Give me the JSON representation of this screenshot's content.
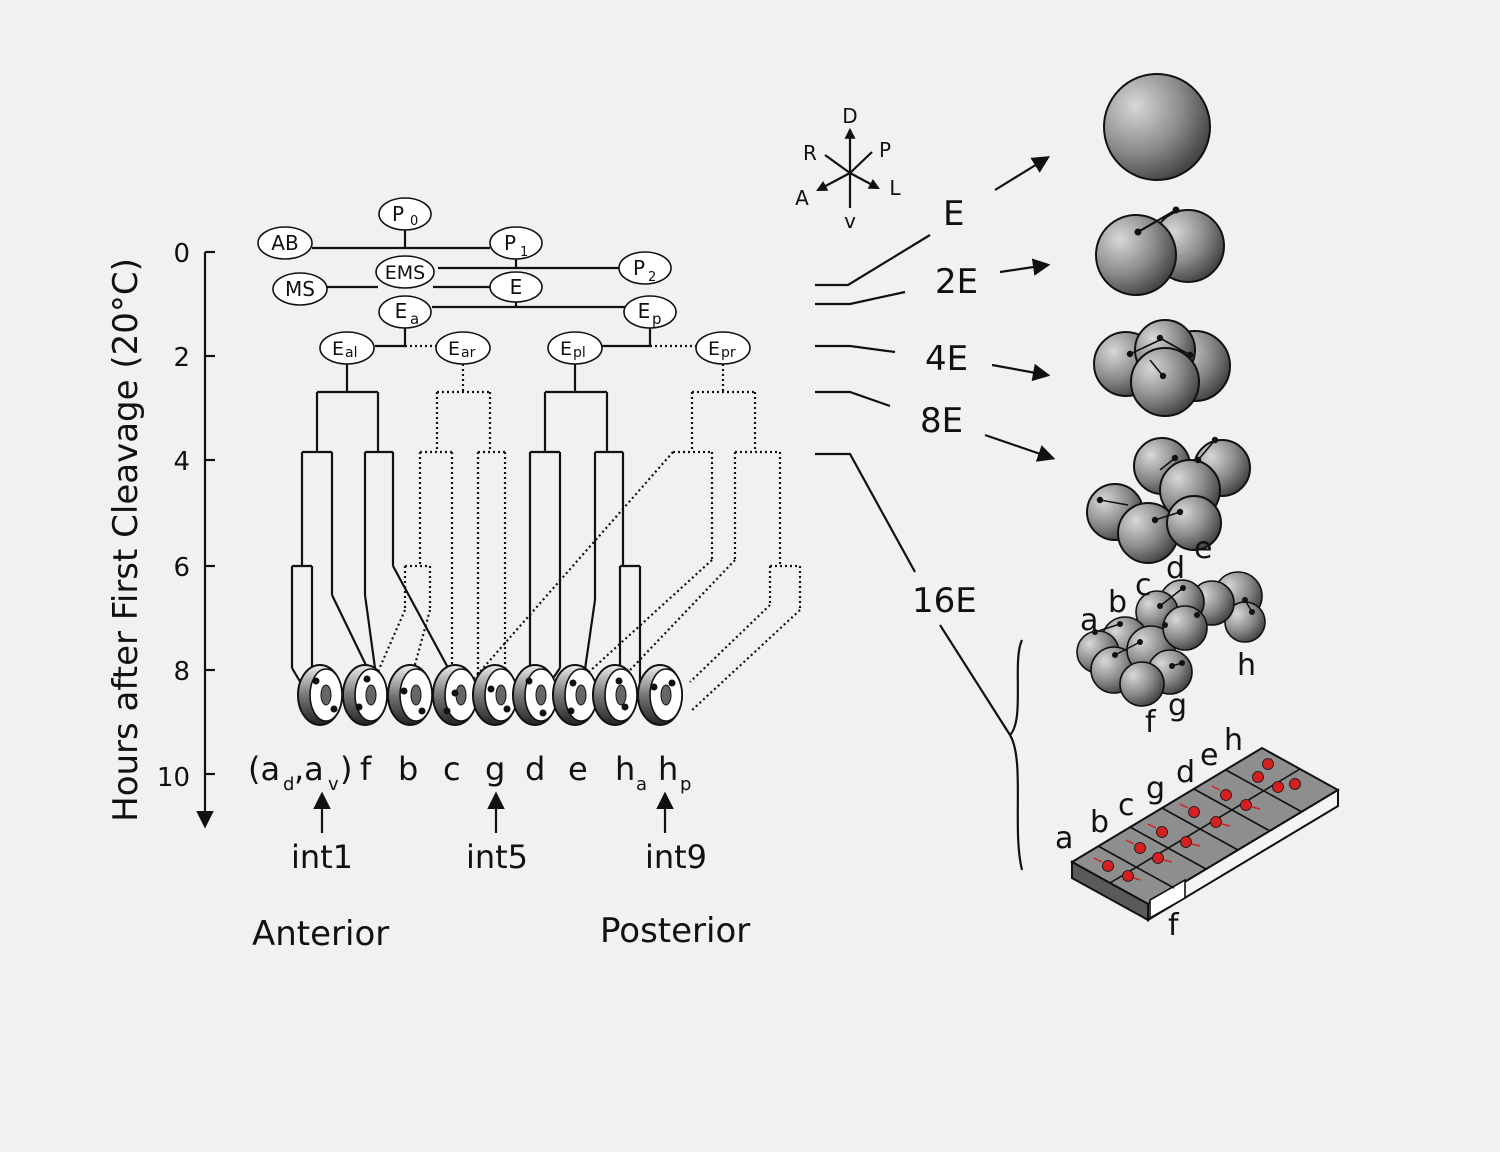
{
  "y_axis": {
    "label": "Hours after First Cleavage (20°C)",
    "ticks": [
      "0",
      "2",
      "4",
      "6",
      "8",
      "10"
    ]
  },
  "lineage_nodes": {
    "p0": "P",
    "p0_sub": "0",
    "ab": "AB",
    "p1": "P",
    "p1_sub": "1",
    "ems": "EMS",
    "p2": "P",
    "p2_sub": "2",
    "ms": "MS",
    "e": "E",
    "ea": "E",
    "ea_sub": "a",
    "ep": "E",
    "ep_sub": "p",
    "eal": "E",
    "eal_sub": "al",
    "ear": "E",
    "ear_sub": "ar",
    "epl": "E",
    "epl_sub": "pl",
    "epr": "E",
    "epr_sub": "pr"
  },
  "ring_labels": {
    "paren_open": "(a",
    "ad_sub": "d",
    "comma": ",a",
    "av_sub": "v",
    "paren_close": ")",
    "f": "f",
    "b": "b",
    "c": "c",
    "g": "g",
    "d": "d",
    "e": "e",
    "ha": "h",
    "ha_sub": "a",
    "hp": "h",
    "hp_sub": "p"
  },
  "intervals": [
    "int1",
    "int5",
    "int9"
  ],
  "axis_ends": {
    "anterior": "Anterior",
    "posterior": "Posterior"
  },
  "compass": {
    "d": "D",
    "v": "v",
    "r": "R",
    "p": "P",
    "a": "A",
    "l": "L"
  },
  "stages": [
    "E",
    "2E",
    "4E",
    "8E",
    "16E"
  ],
  "stage16_cells": {
    "a": "a",
    "b": "b",
    "c": "c",
    "d": "d",
    "e": "e",
    "f": "f",
    "g": "g",
    "h": "h"
  },
  "intestine_cells": {
    "a": "a",
    "b": "b",
    "c": "c",
    "g": "g",
    "d": "d",
    "e": "e",
    "h": "h",
    "f": "f"
  },
  "colors": {
    "background": "#f1f1f1",
    "ink": "#111111",
    "cell_gray": "#8a8a8a",
    "nucleus_red": "#d42020"
  }
}
